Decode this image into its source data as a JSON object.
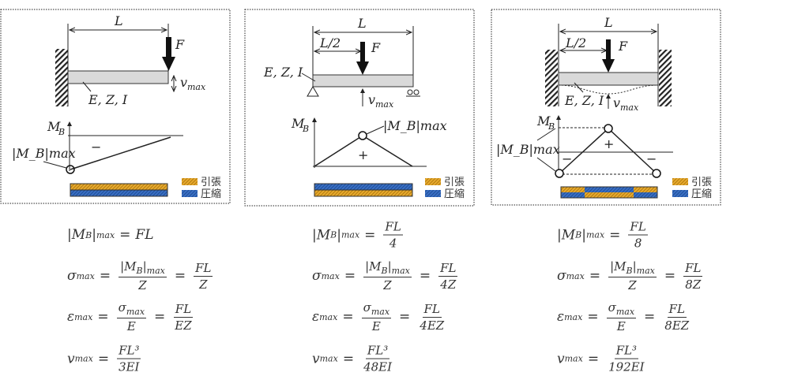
{
  "legend": {
    "tension": "引張",
    "compression": "圧縮"
  },
  "labels": {
    "L": "L",
    "L_half": "L/2",
    "F": "F",
    "EZI": "E, Z, I",
    "v": "v",
    "max": "max",
    "M": "M",
    "B": "B",
    "minus": "−",
    "plus": "+"
  },
  "colors": {
    "tension": "#e8aa2e",
    "compression": "#3a6fc4",
    "beam": "#d9d9d9"
  },
  "formulas": [
    {
      "M": "FL",
      "M_is_frac": false,
      "sigma": {
        "n": "FL",
        "d": "Z"
      },
      "eps": {
        "n": "FL",
        "d": "EZ"
      },
      "v": {
        "n": "FL³",
        "d": "3EI"
      }
    },
    {
      "M": {
        "n": "FL",
        "d": "4"
      },
      "M_is_frac": true,
      "sigma": {
        "n": "FL",
        "d": "4Z"
      },
      "eps": {
        "n": "FL",
        "d": "4EZ"
      },
      "v": {
        "n": "FL³",
        "d": "48EI"
      }
    },
    {
      "M": {
        "n": "FL",
        "d": "8"
      },
      "M_is_frac": true,
      "sigma": {
        "n": "FL",
        "d": "8Z"
      },
      "eps": {
        "n": "FL",
        "d": "8EZ"
      },
      "v": {
        "n": "FL³",
        "d": "192EI"
      }
    }
  ],
  "symbols": {
    "Mmax": "|M_B|max",
    "sigma": "σ",
    "eps": "ε",
    "E": "E",
    "Z": "Z",
    "eq": "="
  }
}
